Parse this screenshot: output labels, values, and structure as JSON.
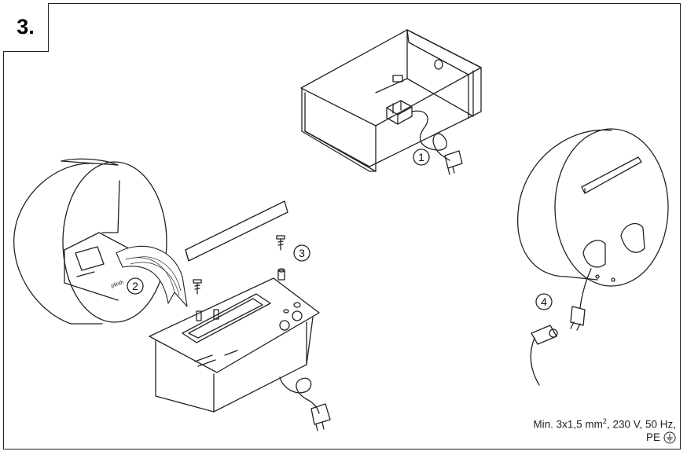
{
  "step": {
    "label": "3."
  },
  "callouts": [
    "1",
    "2",
    "3",
    "4"
  ],
  "spec": {
    "line1_prefix": "Min. 3x1,5 mm",
    "line1_sup": "2",
    "line1_suffix": ", 230 V, 50 Hz,",
    "line2": "PE"
  },
  "icons": {
    "ground": "ground-symbol-icon"
  },
  "colors": {
    "line": "#222222",
    "background": "#ffffff"
  }
}
